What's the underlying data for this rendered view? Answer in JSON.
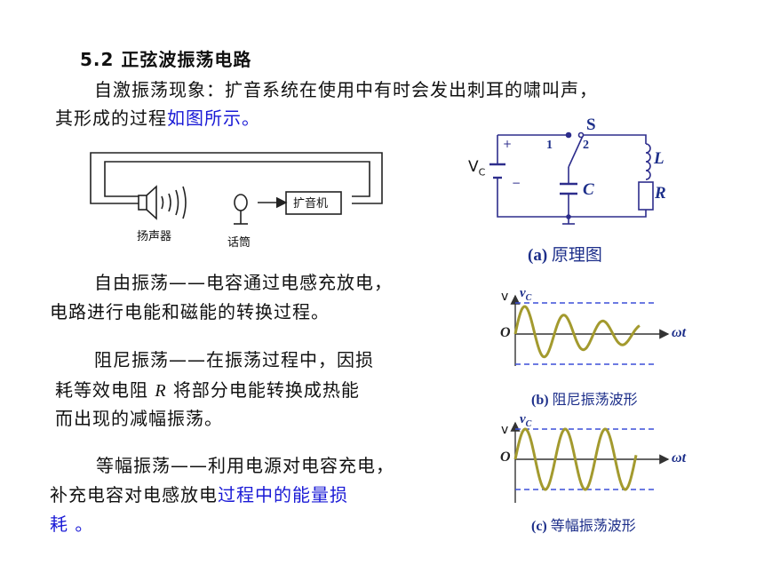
{
  "heading": "5.2 正弦波振荡电路",
  "intro": {
    "line1": "自激振荡现象：扩音系统在使用中有时会发出刺耳的啸叫声，",
    "line2_prefix": "其形成的过程",
    "line2_link": "如图所示。"
  },
  "pa_diagram": {
    "speaker_label": "扬声器",
    "mic_label": "话筒",
    "amp_label": "扩音机"
  },
  "free": {
    "line1": "自由振荡——电容通过电感充放电，",
    "line2": "电路进行电能和磁能的转换过程。"
  },
  "damped": {
    "line1": "阻尼振荡——在振荡过程中，因损",
    "line2_a": "耗等效电阻 ",
    "line2_r": "R",
    "line2_b": " 将部分电能转换成热能",
    "line3": "而出现的减幅振荡。"
  },
  "sustained": {
    "line1": "等幅振荡——利用电源对电容充电，",
    "line2_prefix": "补充电容对电感放电",
    "line2_link": "过程中的能量损",
    "line3": "耗 。"
  },
  "circuit": {
    "vc": "V",
    "vc_sub": "C",
    "switch": "S",
    "pos1": "1",
    "pos2": "2",
    "inductor": "L",
    "resistor": "R",
    "capacitor": "C",
    "plus": "+",
    "minus": "−",
    "caption_tag": "(a)",
    "caption_text": "原理图"
  },
  "waveform_b": {
    "ylabel": "v",
    "series": "v",
    "series_sub": "C",
    "origin": "O",
    "xlabel": "ωt",
    "caption_tag": "(b)",
    "caption_text": "阻尼振荡波形"
  },
  "waveform_c": {
    "ylabel": "v",
    "series": "v",
    "series_sub": "C",
    "origin": "O",
    "xlabel": "ωt",
    "caption_tag": "(c)",
    "caption_text": "等幅振荡波形"
  },
  "colors": {
    "link": "#1a1ad6",
    "wave": "#a39a2e",
    "dashed": "#3b4fd8",
    "caption": "#1d2f8a"
  }
}
